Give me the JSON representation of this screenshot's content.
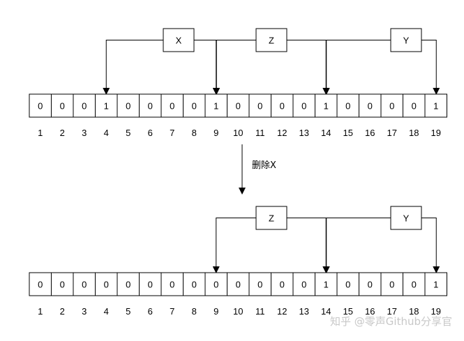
{
  "top_array": {
    "bits": [
      "0",
      "0",
      "0",
      "1",
      "0",
      "0",
      "0",
      "0",
      "1",
      "0",
      "0",
      "0",
      "0",
      "1",
      "0",
      "0",
      "0",
      "0",
      "1"
    ],
    "indices": [
      "1",
      "2",
      "3",
      "4",
      "5",
      "6",
      "7",
      "8",
      "9",
      "10",
      "11",
      "12",
      "13",
      "14",
      "15",
      "16",
      "17",
      "18",
      "19"
    ]
  },
  "top_elements": [
    {
      "label": "X",
      "targets": [
        4,
        9
      ]
    },
    {
      "label": "Z",
      "targets": [
        9,
        14
      ]
    },
    {
      "label": "Y",
      "targets": [
        14,
        19
      ]
    }
  ],
  "transition_label": "删除X",
  "bottom_array": {
    "bits": [
      "0",
      "0",
      "0",
      "0",
      "0",
      "0",
      "0",
      "0",
      "0",
      "0",
      "0",
      "0",
      "0",
      "1",
      "0",
      "0",
      "0",
      "0",
      "1"
    ],
    "indices": [
      "1",
      "2",
      "3",
      "4",
      "5",
      "6",
      "7",
      "8",
      "9",
      "10",
      "11",
      "12",
      "13",
      "14",
      "15",
      "16",
      "17",
      "18",
      "19"
    ]
  },
  "bottom_elements": [
    {
      "label": "Z",
      "targets": [
        9,
        14
      ]
    },
    {
      "label": "Y",
      "targets": [
        14,
        19
      ]
    }
  ],
  "watermark": "知乎 @零声Github分享官"
}
